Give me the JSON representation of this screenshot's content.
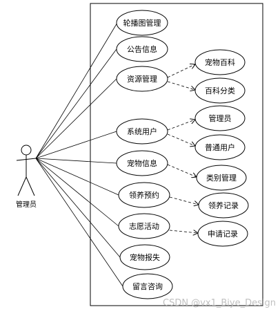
{
  "actor": {
    "label": "管理员"
  },
  "use_cases": {
    "banner": "轮播图管理",
    "notice": "公告信息",
    "resource": "资源管理",
    "system_user": "系统用户",
    "pet_info": "宠物信息",
    "adoption_booking": "领养预约",
    "volunteer": "志愿活动",
    "pet_lost": "宠物报失",
    "message": "留言咨询"
  },
  "sub_cases": {
    "pet_wiki": "宠物百科",
    "wiki_category": "百科分类",
    "admin": "管理员",
    "normal_user": "普通用户",
    "category_mgmt": "类别管理",
    "adoption_record": "领养记录",
    "apply_record": "申请记录"
  },
  "watermark": "CSDN @vx1_Biye_Design"
}
